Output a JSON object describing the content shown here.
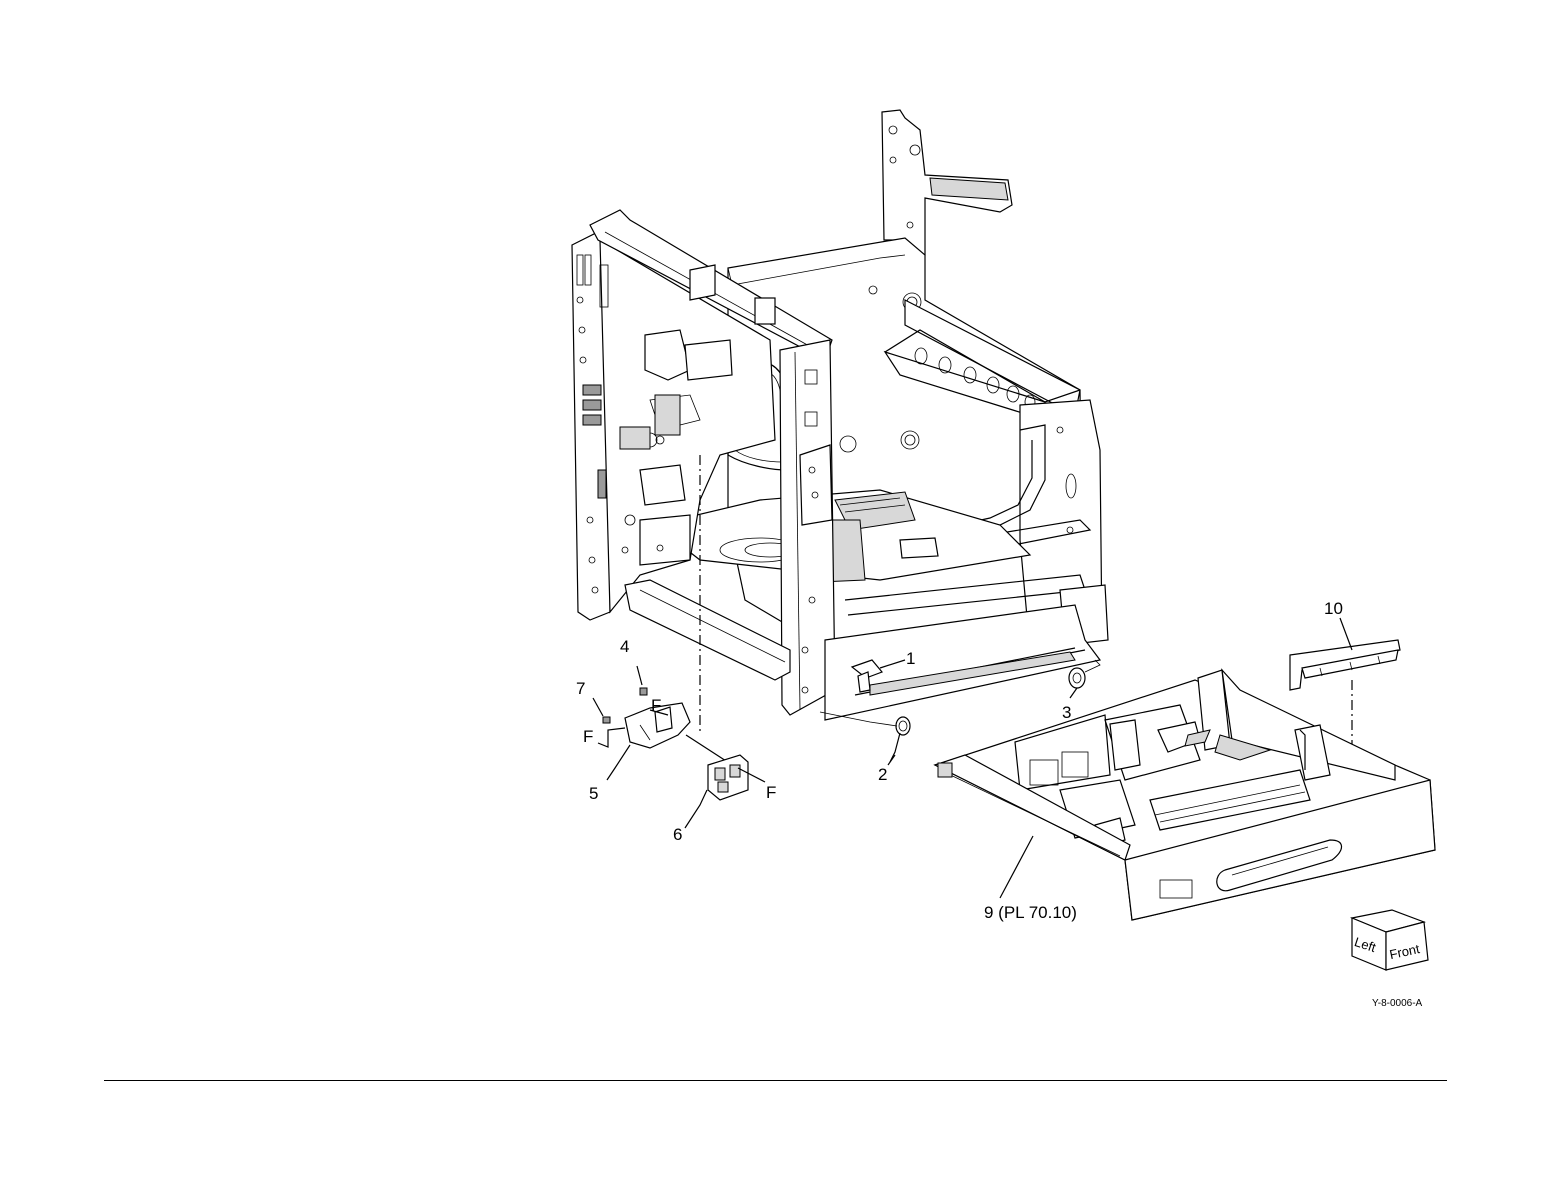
{
  "figure_id": "Y-8-0006-A",
  "callouts": {
    "c1": "1",
    "c2": "2",
    "c3": "3",
    "c4": "4",
    "c5": "5",
    "c6": "6",
    "c7": "7",
    "c9": "9 (PL 70.10)",
    "c10": "10",
    "f_a": "F",
    "f_b": "F",
    "f_c": "F"
  },
  "orientation_cube": {
    "left_label": "Left",
    "front_label": "Front"
  }
}
